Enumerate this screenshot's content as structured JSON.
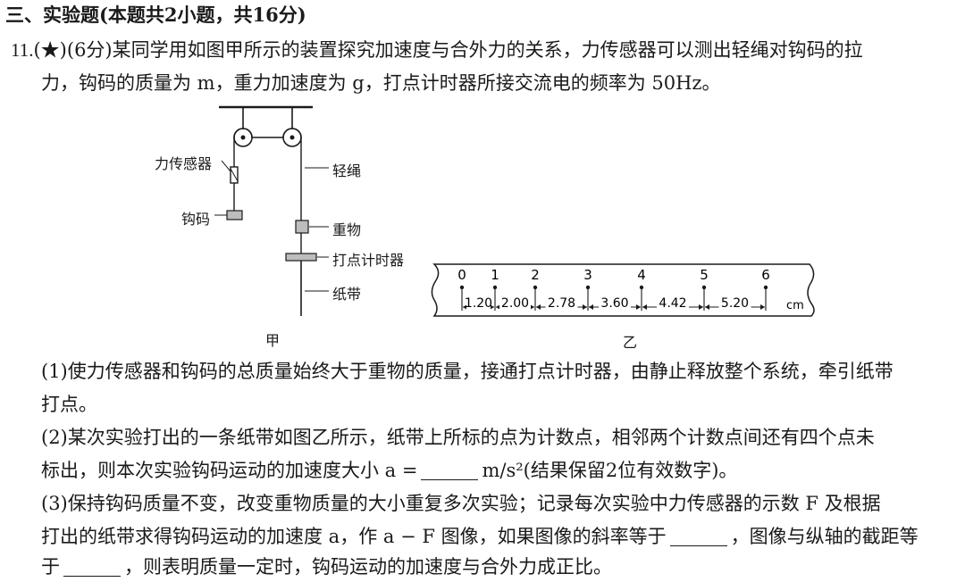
{
  "section": {
    "title": "三、实验题(本题共2小题，共16分)"
  },
  "question": {
    "number": "11.",
    "star": "(★)",
    "score": "(6分)",
    "stem_line1": "某同学用如图甲所示的装置探究加速度与合外力的关系，力传感器可以测出轻绳对钩码的拉",
    "stem_line2": "力，钩码的质量为 m，重力加速度为 g，打点计时器所接交流电的频率为 50Hz。"
  },
  "figure_jia": {
    "caption": "甲",
    "labels": {
      "force_sensor": "力传感器",
      "hook_weight": "钩码",
      "light_rope": "轻绳",
      "heavy_object": "重物",
      "timer": "打点计时器",
      "paper_tape": "纸带"
    }
  },
  "figure_yi": {
    "caption": "乙",
    "point_labels": [
      "0",
      "1",
      "2",
      "3",
      "4",
      "5",
      "6"
    ],
    "segments": [
      "1.20",
      "2.00",
      "2.78",
      "3.60",
      "4.42",
      "5.20"
    ],
    "unit": "cm"
  },
  "parts": {
    "p1_line1": "(1)使力传感器和钩码的总质量始终大于重物的质量，接通打点计时器，由静止释放整个系统，牵引纸带",
    "p1_line2": "打点。",
    "p2_line1": "(2)某次实验打出的一条纸带如图乙所示，纸带上所标的点为计数点，相邻两个计数点间还有四个点未",
    "p2_line2_a": "标出，则本次实验钩码运动的加速度大小 a =",
    "p2_line2_b": "m/s²(结果保留2位有效数字)。",
    "p3_line1": "(3)保持钩码质量不变，改变重物质量的大小重复多次实验；记录每次实验中力传感器的示数 F 及根据",
    "p3_line2_a": "打出的纸带求得钩码运动的加速度 a，作 a − F 图像，如果图像的斜率等于",
    "p3_line2_b": "，图像与纵轴的截距等",
    "p3_line3_a": "于",
    "p3_line3_b": "，则表明质量一定时，钩码运动的加速度与合外力成正比。"
  }
}
